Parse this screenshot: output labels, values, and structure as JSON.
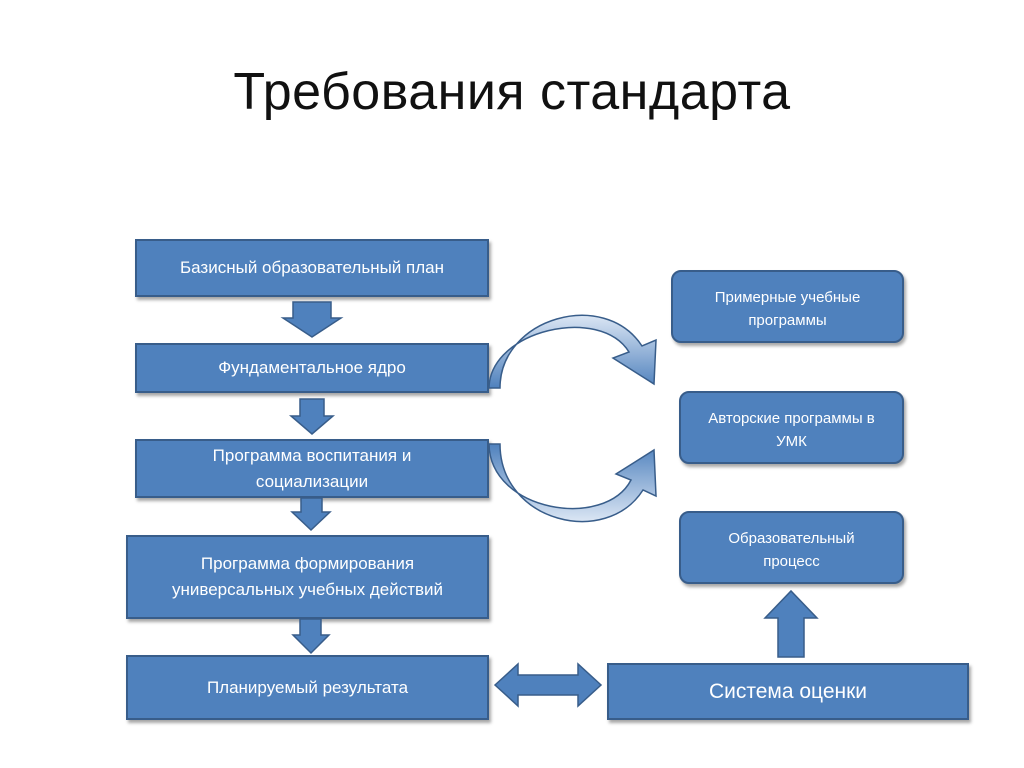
{
  "title": "Требования стандарта",
  "left_column": {
    "basic_plan": "Базисный образовательный план",
    "core": "Фундаментальное ядро",
    "upbringing": "Программа воспитания и социализации",
    "uud": "Программа формирования универсальных учебных действий",
    "results": "Планируемый результата"
  },
  "right_column": {
    "sample_programs": "Примерные учебные программы",
    "author_programs": "Авторские программы в УМК",
    "edu_process": "Образовательный процесс",
    "assessment": "Система оценки"
  },
  "colors": {
    "box_fill": "#4f81bd",
    "box_border": "#385d8a",
    "text": "#ffffff"
  }
}
